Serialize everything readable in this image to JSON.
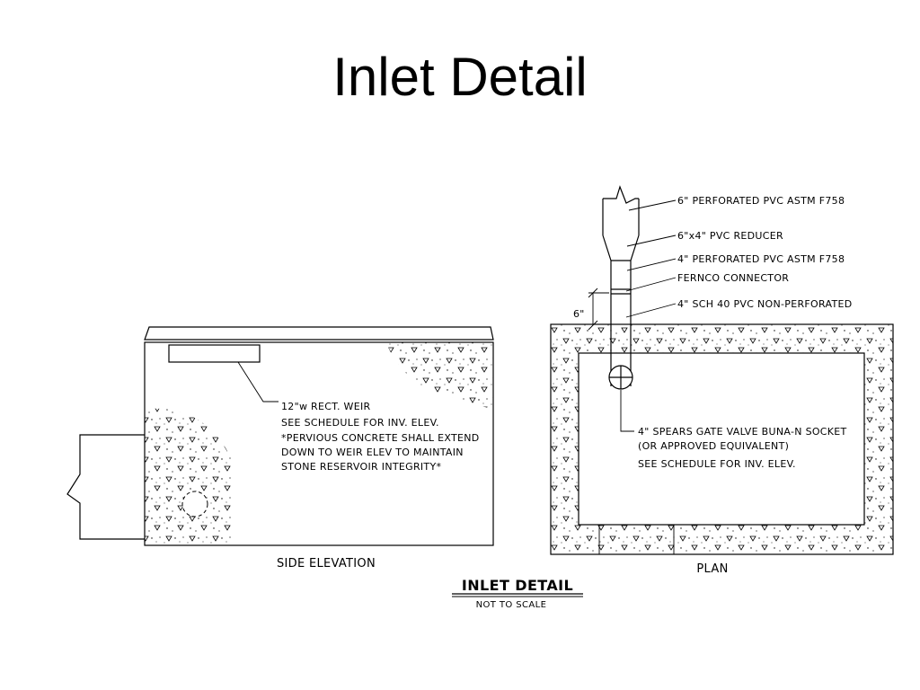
{
  "slide": {
    "title": "Inlet Detail"
  },
  "side_elevation": {
    "label": "SIDE ELEVATION",
    "notes": [
      "12\"w RECT. WEIR",
      "SEE SCHEDULE FOR INV. ELEV.",
      "*PERVIOUS CONCRETE SHALL EXTEND",
      "DOWN TO WEIR ELEV TO MAINTAIN",
      "STONE RESERVOIR INTEGRITY*"
    ]
  },
  "plan": {
    "label": "PLAN",
    "dimension": "6\"",
    "pipe_callouts": [
      "6\" PERFORATED PVC ASTM F758",
      "6\"x4\" PVC REDUCER",
      "4\" PERFORATED PVC ASTM F758",
      "FERNCO CONNECTOR",
      "4\" SCH 40 PVC NON-PERFORATED"
    ],
    "valve_notes": [
      "4\" SPEARS GATE VALVE BUNA-N SOCKET",
      "(OR APPROVED EQUIVALENT)",
      "SEE SCHEDULE FOR INV. ELEV."
    ]
  },
  "detail_title": {
    "title": "INLET DETAIL",
    "subtitle": "NOT TO SCALE"
  }
}
